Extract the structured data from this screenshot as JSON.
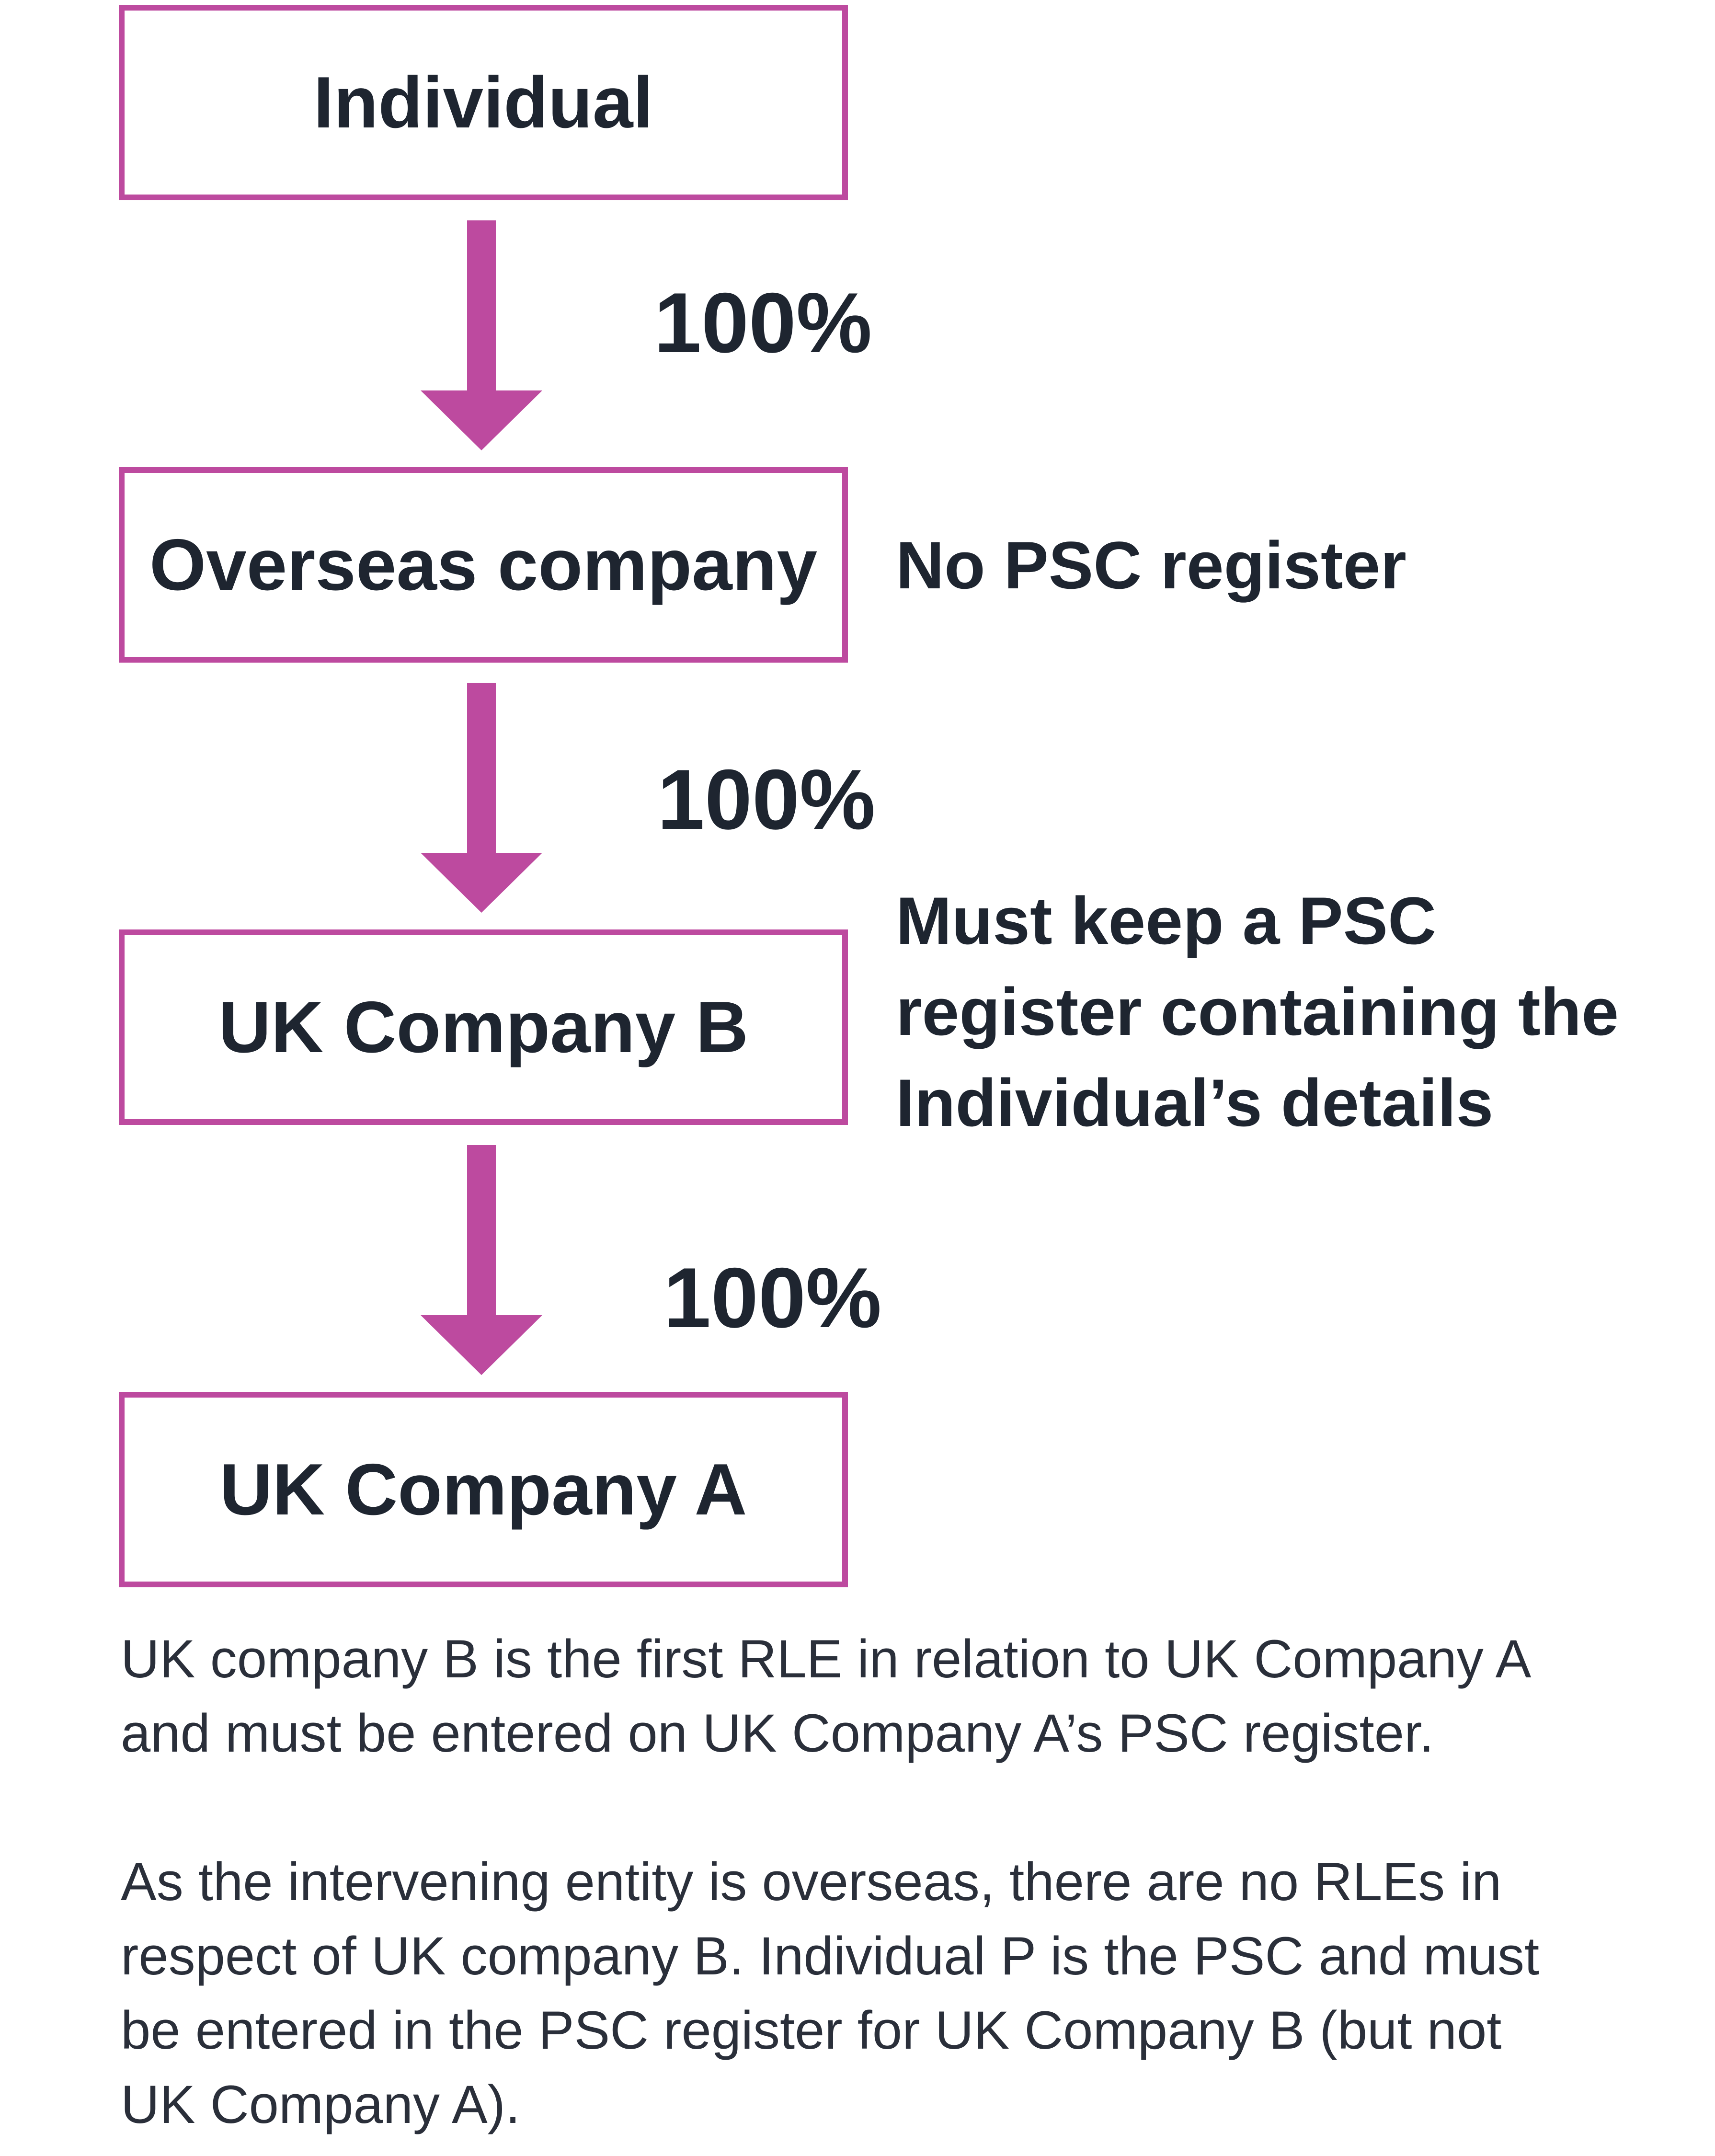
{
  "diagram": {
    "nodes": [
      {
        "id": "individual",
        "label": "Individual"
      },
      {
        "id": "overseas",
        "label": "Overseas company"
      },
      {
        "id": "uk_b",
        "label": "UK Company B"
      },
      {
        "id": "uk_a",
        "label": "UK Company A"
      }
    ],
    "edges": [
      {
        "from": "individual",
        "to": "overseas",
        "label": "100%"
      },
      {
        "from": "overseas",
        "to": "uk_b",
        "label": "100%"
      },
      {
        "from": "uk_b",
        "to": "uk_a",
        "label": "100%"
      }
    ],
    "notes": {
      "overseas": [
        "No PSC register"
      ],
      "uk_b": [
        "Must keep a PSC",
        "register containing the",
        "Individual’s details"
      ]
    }
  },
  "text": {
    "para1": [
      "UK company B is the first RLE in relation to UK Company A",
      "and must be entered on UK Company A’s PSC register."
    ],
    "para2": [
      "As the intervening entity is overseas, there are no RLEs in",
      "respect of UK company B. Individual P is the PSC and must",
      "be entered in the PSC register for UK Company B (but not",
      "UK Company A)."
    ]
  },
  "colors": {
    "accent": "#bd4a9f",
    "text": "#1e2530"
  }
}
